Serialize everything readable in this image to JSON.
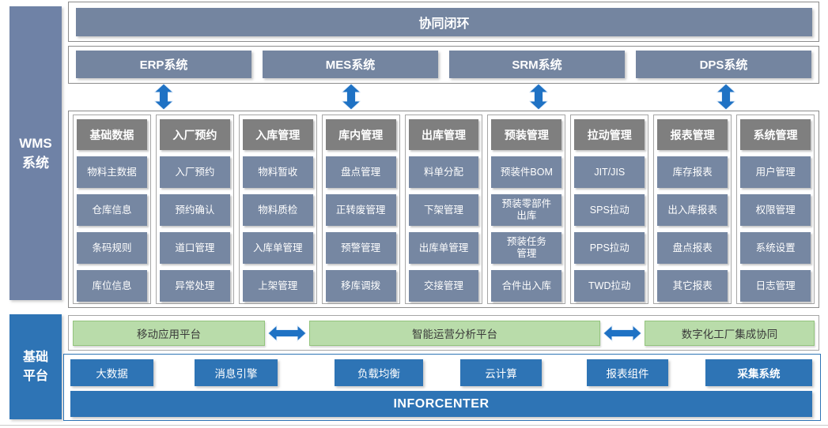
{
  "colors": {
    "slate_bar": "#7485a0",
    "module_item": "#7687a2",
    "module_header": "#7f7f7f",
    "sidebar_wms": "#6f82a6",
    "accent_blue": "#2e74b5",
    "arrow_blue": "#1f72c4",
    "platform_green": "#b9dcaa",
    "platform_green_border": "#93c47d"
  },
  "sidebar": {
    "wms": "WMS\n系统",
    "base": "基础\n平台"
  },
  "banner": {
    "label": "协同闭环"
  },
  "systems": [
    {
      "label": "ERP系统"
    },
    {
      "label": "MES系统"
    },
    {
      "label": "SRM系统"
    },
    {
      "label": "DPS系统"
    }
  ],
  "grid": {
    "columns": [
      {
        "header": "基础数据",
        "items": [
          "物料主数据",
          "仓库信息",
          "条码规则",
          "库位信息"
        ]
      },
      {
        "header": "入厂预约",
        "items": [
          "入厂预约",
          "预约确认",
          "道口管理",
          "异常处理"
        ]
      },
      {
        "header": "入库管理",
        "items": [
          "物料暂收",
          "物料质检",
          "入库单管理",
          "上架管理"
        ]
      },
      {
        "header": "库内管理",
        "items": [
          "盘点管理",
          "正转废管理",
          "预警管理",
          "移库调拨"
        ]
      },
      {
        "header": "出库管理",
        "items": [
          "料单分配",
          "下架管理",
          "出库单管理",
          "交接管理"
        ]
      },
      {
        "header": "预装管理",
        "items": [
          "预装件BOM",
          "预装零部件\n出库",
          "预装任务\n管理",
          "合件出入库"
        ]
      },
      {
        "header": "拉动管理",
        "items": [
          "JIT/JIS",
          "SPS拉动",
          "PPS拉动",
          "TWD拉动"
        ]
      },
      {
        "header": "报表管理",
        "items": [
          "库存报表",
          "出入库报表",
          "盘点报表",
          "其它报表"
        ]
      },
      {
        "header": "系统管理",
        "items": [
          "用户管理",
          "权限管理",
          "系统设置",
          "日志管理"
        ]
      }
    ]
  },
  "platforms": [
    {
      "label": "移动应用平台"
    },
    {
      "label": "智能运营分析平台"
    },
    {
      "label": "数字化工厂集成协同"
    }
  ],
  "infra": {
    "components": [
      {
        "label": "大数据"
      },
      {
        "label": "消息引擎"
      },
      {
        "label": "负载均衡"
      },
      {
        "label": "云计算"
      },
      {
        "label": "报表组件"
      },
      {
        "label": "采集系统"
      }
    ],
    "bus": "INFORCENTER"
  }
}
